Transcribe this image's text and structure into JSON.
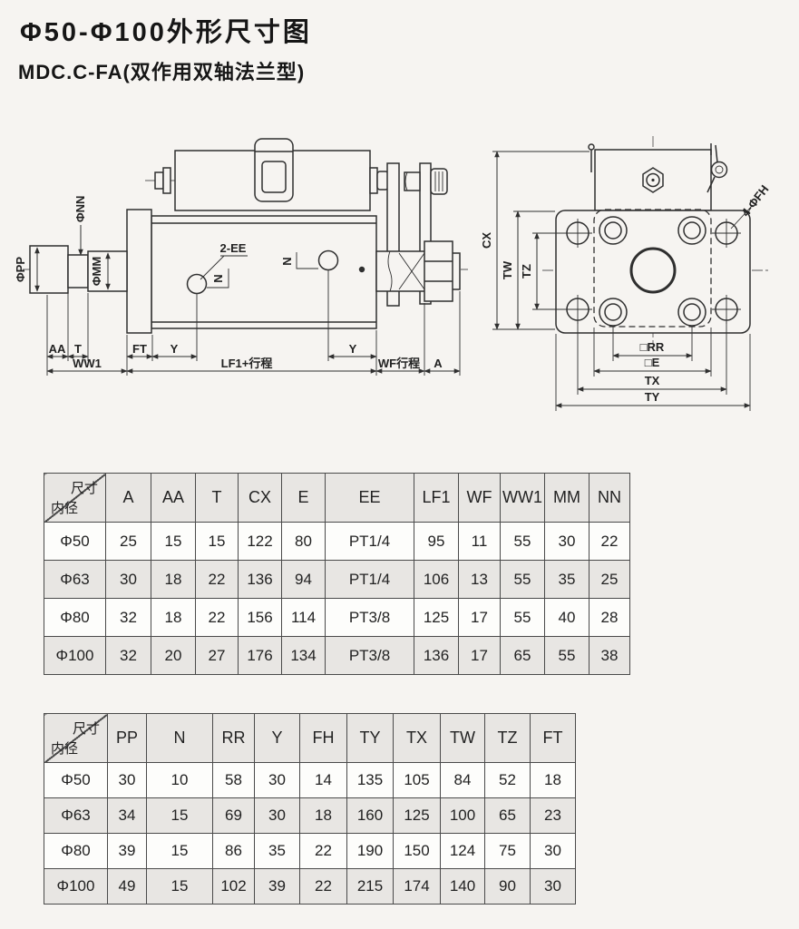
{
  "page": {
    "title": "Φ50-Φ100外形尺寸图",
    "subtitle": "MDC.C-FA(双作用双轴法兰型)"
  },
  "colors": {
    "background": "#f6f4f1",
    "ink": "#2f2f2f",
    "table_shade": "#e8e6e3",
    "table_border": "#4a4a4a"
  },
  "drawing": {
    "side_labels": {
      "pp": "ΦPP",
      "nn": "ΦNN",
      "mm": "ΦMM",
      "aa": "AA",
      "t": "T",
      "ft": "FT",
      "y1": "Y",
      "y2": "Y",
      "ww1": "WW1",
      "lf1": "LF1+行程",
      "wf": "WF行程",
      "a": "A",
      "ee": "2-EE",
      "n1": "N",
      "n2": "N"
    },
    "front_labels": {
      "cx": "CX",
      "tw": "TW",
      "tz": "TZ",
      "rr": "□RR",
      "e": "□E",
      "tx": "TX",
      "ty": "TY",
      "fh": "4-ΦFH"
    }
  },
  "table1": {
    "corner": {
      "top": "尺寸",
      "bottom": "内径"
    },
    "columns": [
      "A",
      "AA",
      "T",
      "CX",
      "E",
      "EE",
      "LF1",
      "WF",
      "WW1",
      "MM",
      "NN"
    ],
    "rows": [
      {
        "label": "Φ50",
        "values": [
          "25",
          "15",
          "15",
          "122",
          "80",
          "PT1/4",
          "95",
          "11",
          "55",
          "30",
          "22"
        ]
      },
      {
        "label": "Φ63",
        "values": [
          "30",
          "18",
          "22",
          "136",
          "94",
          "PT1/4",
          "106",
          "13",
          "55",
          "35",
          "25"
        ]
      },
      {
        "label": "Φ80",
        "values": [
          "32",
          "18",
          "22",
          "156",
          "114",
          "PT3/8",
          "125",
          "17",
          "55",
          "40",
          "28"
        ]
      },
      {
        "label": "Φ100",
        "values": [
          "32",
          "20",
          "27",
          "176",
          "134",
          "PT3/8",
          "136",
          "17",
          "65",
          "55",
          "38"
        ]
      }
    ]
  },
  "table2": {
    "corner": {
      "top": "尺寸",
      "bottom": "内径"
    },
    "columns": [
      "PP",
      "N",
      "RR",
      "Y",
      "FH",
      "TY",
      "TX",
      "TW",
      "TZ",
      "FT"
    ],
    "rows": [
      {
        "label": "Φ50",
        "values": [
          "30",
          "10",
          "58",
          "30",
          "14",
          "135",
          "105",
          "84",
          "52",
          "18"
        ]
      },
      {
        "label": "Φ63",
        "values": [
          "34",
          "15",
          "69",
          "30",
          "18",
          "160",
          "125",
          "100",
          "65",
          "23"
        ]
      },
      {
        "label": "Φ80",
        "values": [
          "39",
          "15",
          "86",
          "35",
          "22",
          "190",
          "150",
          "124",
          "75",
          "30"
        ]
      },
      {
        "label": "Φ100",
        "values": [
          "49",
          "15",
          "102",
          "39",
          "22",
          "215",
          "174",
          "140",
          "90",
          "30"
        ]
      }
    ]
  }
}
